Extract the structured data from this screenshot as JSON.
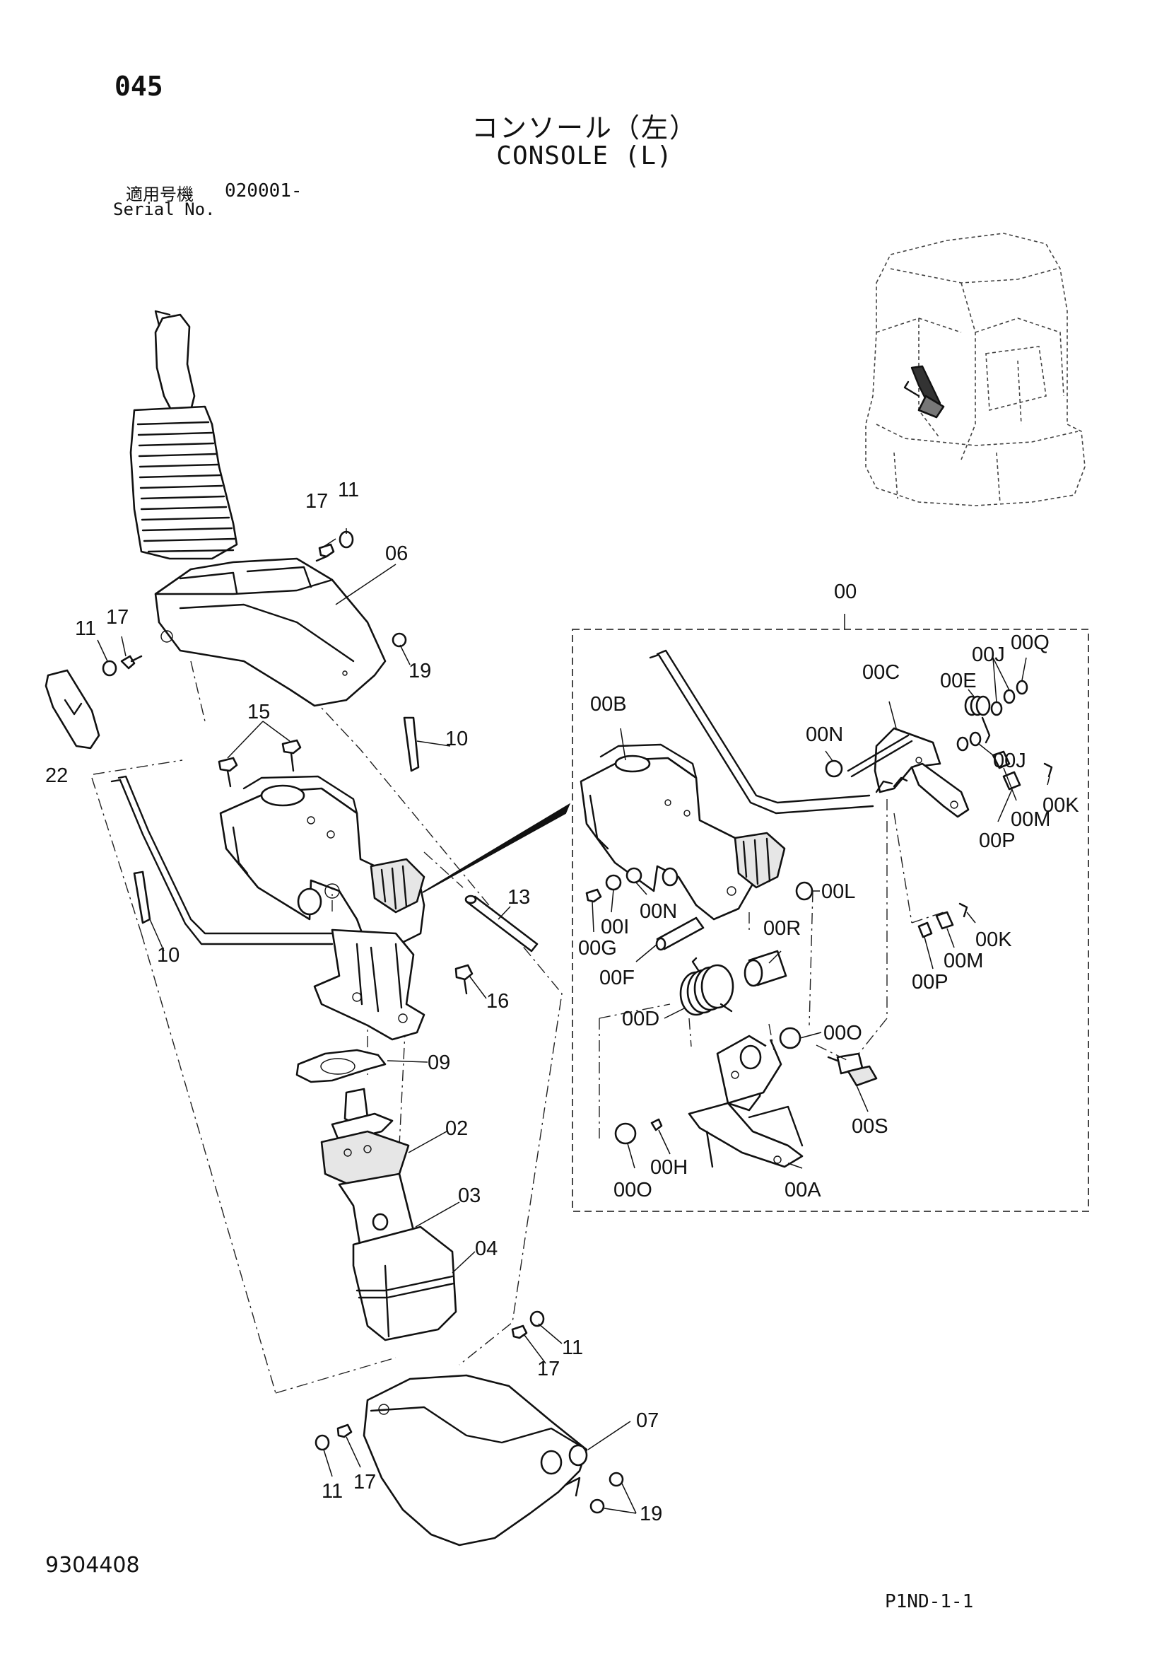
{
  "header": {
    "page_number": "045",
    "title_jp": "コンソール（左）",
    "title_en": "CONSOLE (L)",
    "serial_label_jp": "適用号機",
    "serial_value": "020001-",
    "serial_label_en": "Serial No."
  },
  "footer": {
    "document_number": "9304408",
    "sheet_code": "P1ND-1-1"
  },
  "labels": {
    "l00": "00",
    "l00B": "00B",
    "l00C": "00C",
    "l00E": "00E",
    "l00J_top": "00J",
    "l00Q": "00Q",
    "l00N_top": "00N",
    "l00J_mid": "00J",
    "l00K_top": "00K",
    "l00M_top": "00M",
    "l00P_top": "00P",
    "l00L": "00L",
    "l00I": "00I",
    "l00N_mid": "00N",
    "l00G": "00G",
    "l00F": "00F",
    "l00R": "00R",
    "l00D": "00D",
    "l00O_right": "00O",
    "l00K_low": "00K",
    "l00M_low": "00M",
    "l00P_low": "00P",
    "l00S": "00S",
    "l00H": "00H",
    "l00O_left": "00O",
    "l00A": "00A",
    "l17_top": "17",
    "l11_top": "11",
    "l06": "06",
    "l11_left": "11",
    "l17_left": "17",
    "l19_top": "19",
    "l22": "22",
    "l15": "15",
    "l10_right": "10",
    "l10_left": "10",
    "l13": "13",
    "l16": "16",
    "l09": "09",
    "l02": "02",
    "l03": "03",
    "l04": "04",
    "l11_low": "11",
    "l17_low": "17",
    "l07": "07",
    "l11_bot": "11",
    "l17_bot": "17",
    "l19_bot": "19"
  }
}
